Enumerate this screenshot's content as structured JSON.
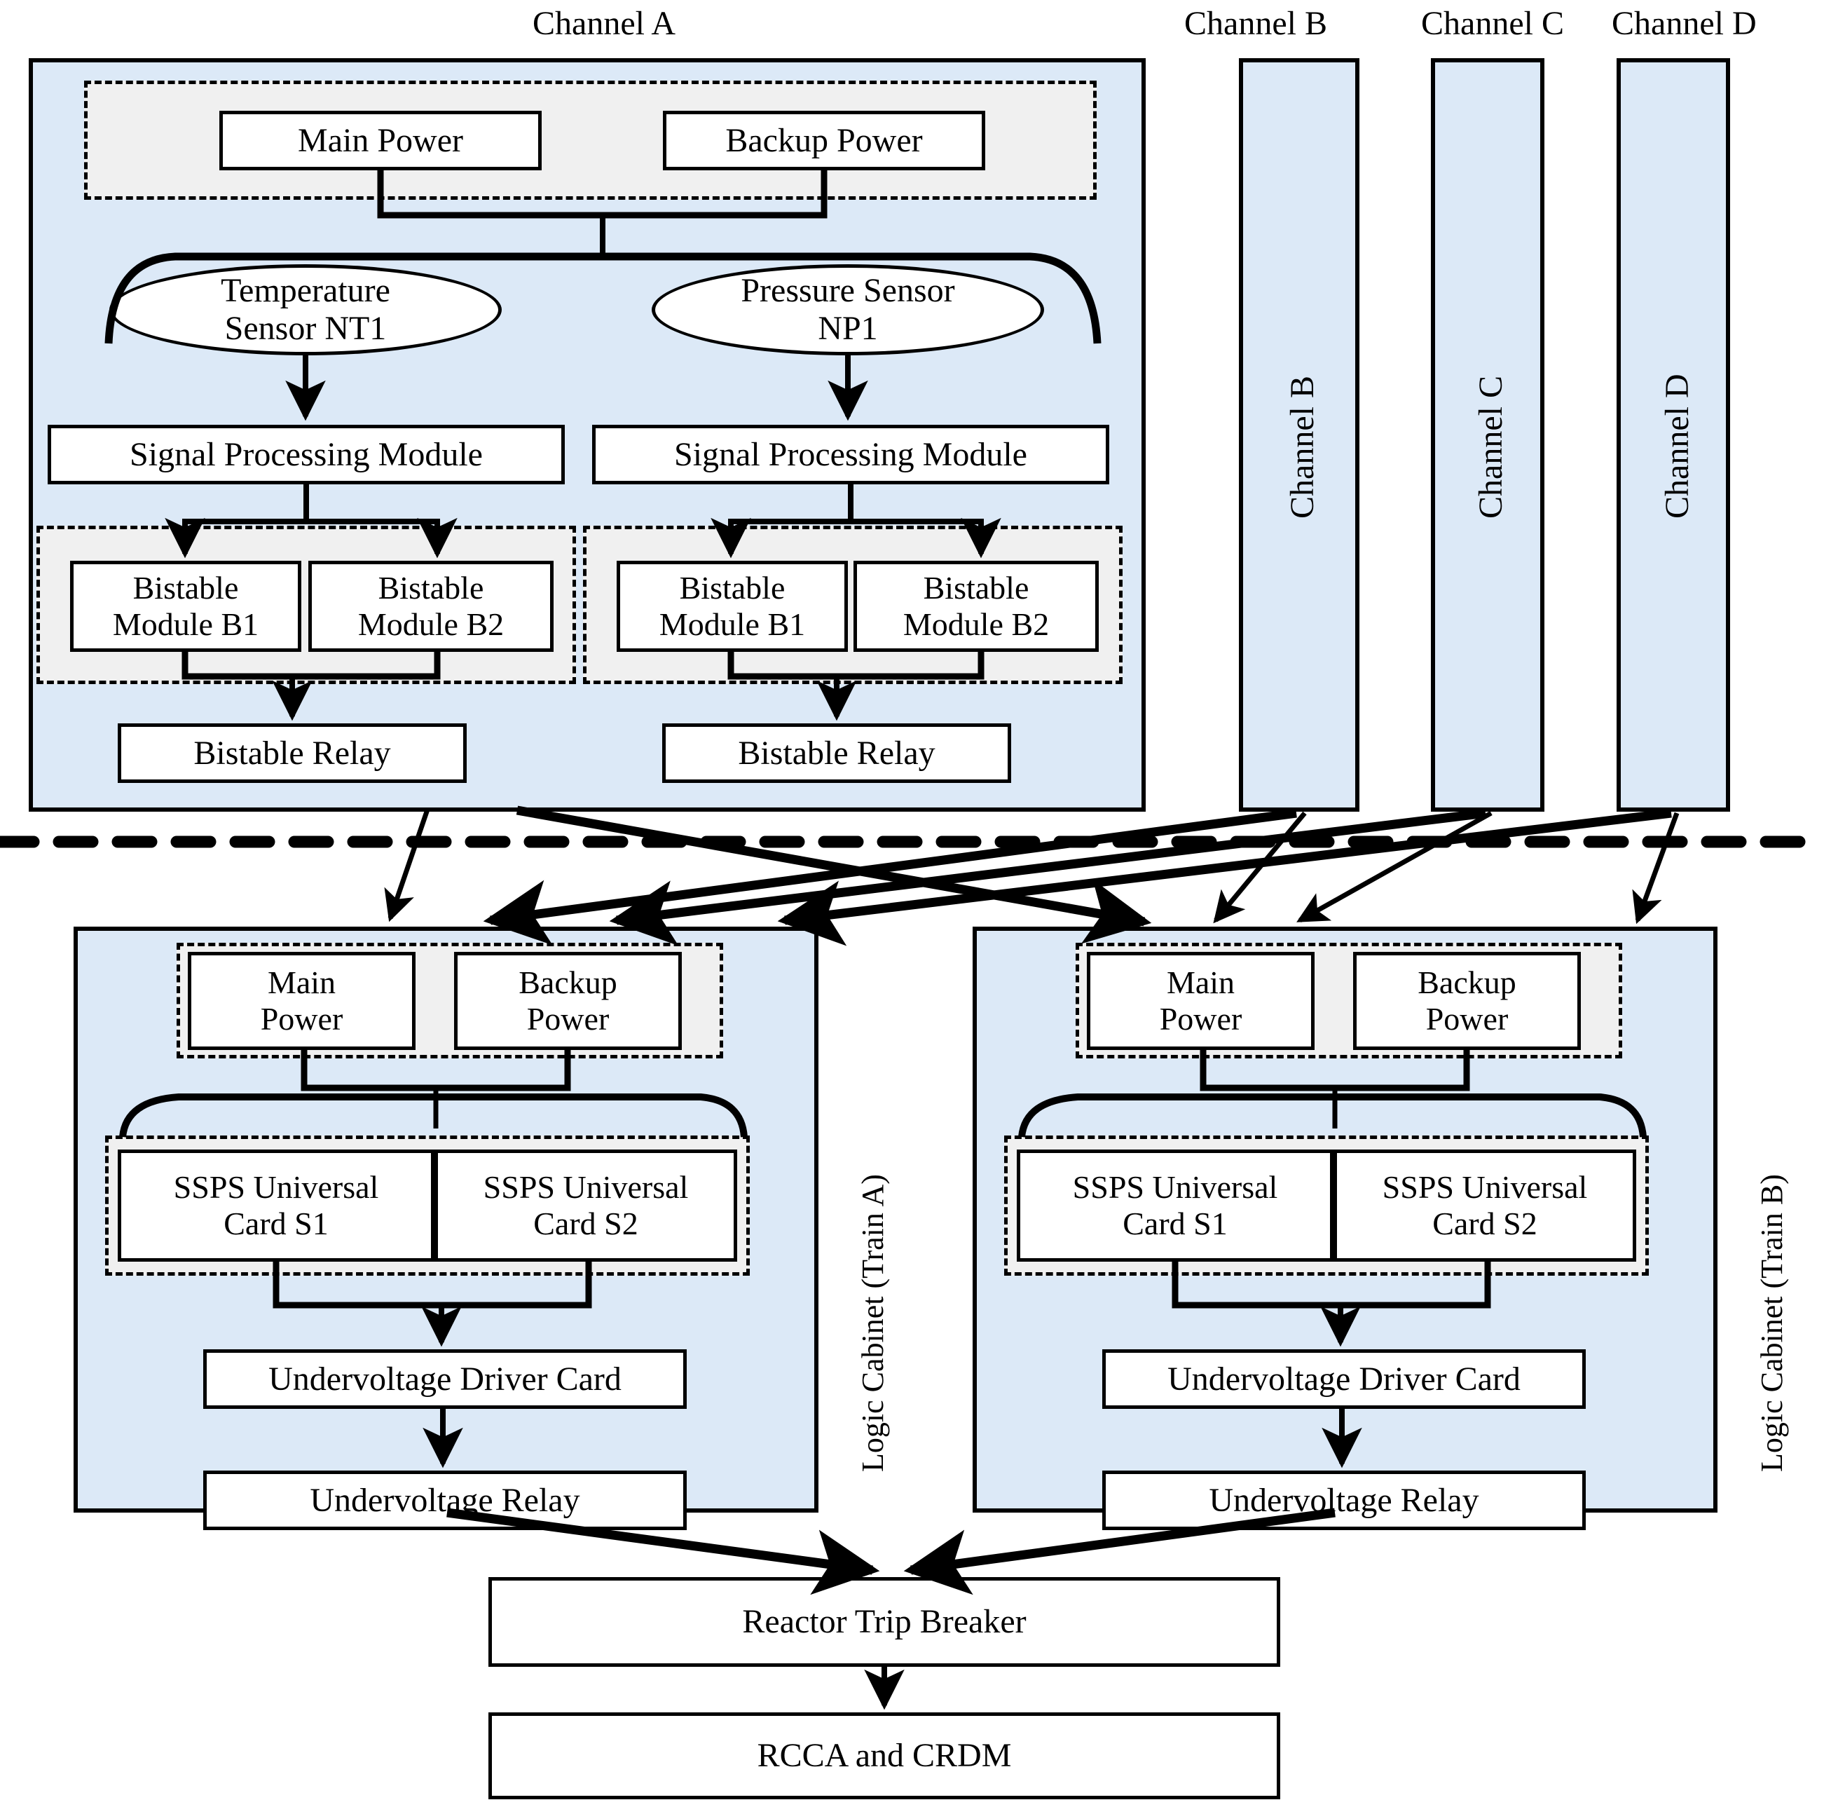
{
  "diagram": {
    "title": "Reactor Protection System Channel and Logic Cabinet Architecture",
    "accent_panel_color": "#dce9f7",
    "dash_enclosure_color": "#f0f0f0",
    "line_color": "#000000"
  },
  "channels": {
    "a": {
      "header": "Channel A",
      "power": {
        "main": "Main Power",
        "backup": "Backup Power"
      },
      "sensors": [
        {
          "name": "Temperature Sensor NT1",
          "line1": "Temperature",
          "line2": "Sensor NT1"
        },
        {
          "name": "Pressure Sensor NP1",
          "line1": "Pressure Sensor",
          "line2": "NP1"
        }
      ],
      "signal_processing": [
        "Signal Processing Module",
        "Signal Processing Module"
      ],
      "bistable_groups": [
        {
          "modules": [
            {
              "line1": "Bistable",
              "line2": "Module B1"
            },
            {
              "line1": "Bistable",
              "line2": "Module B2"
            }
          ],
          "relay": "Bistable Relay"
        },
        {
          "modules": [
            {
              "line1": "Bistable",
              "line2": "Module B1"
            },
            {
              "line1": "Bistable",
              "line2": "Module B2"
            }
          ],
          "relay": "Bistable Relay"
        }
      ]
    },
    "b": {
      "header": "Channel B",
      "vertical_label": "Channel B"
    },
    "c": {
      "header": "Channel C",
      "vertical_label": "Channel C"
    },
    "d": {
      "header": "Channel D",
      "vertical_label": "Channel D"
    }
  },
  "cabinets": [
    {
      "id": "train-a",
      "vertical_label": "Logic Cabinet (Train A)",
      "power": {
        "main_line1": "Main",
        "main_line2": "Power",
        "backup_line1": "Backup",
        "backup_line2": "Power"
      },
      "cards": [
        {
          "line1": "SSPS Universal",
          "line2": "Card S1"
        },
        {
          "line1": "SSPS Universal",
          "line2": "Card S2"
        }
      ],
      "driver_card": "Undervoltage Driver Card",
      "relay": "Undervoltage Relay"
    },
    {
      "id": "train-b",
      "vertical_label": "Logic Cabinet (Train B)",
      "power": {
        "main_line1": "Main",
        "main_line2": "Power",
        "backup_line1": "Backup",
        "backup_line2": "Power"
      },
      "cards": [
        {
          "line1": "SSPS Universal",
          "line2": "Card S1"
        },
        {
          "line1": "SSPS Universal",
          "line2": "Card S2"
        }
      ],
      "driver_card": "Undervoltage Driver Card",
      "relay": "Undervoltage Relay"
    }
  ],
  "actuation": {
    "breaker": "Reactor Trip Breaker",
    "rod_drive": "RCCA and CRDM"
  }
}
